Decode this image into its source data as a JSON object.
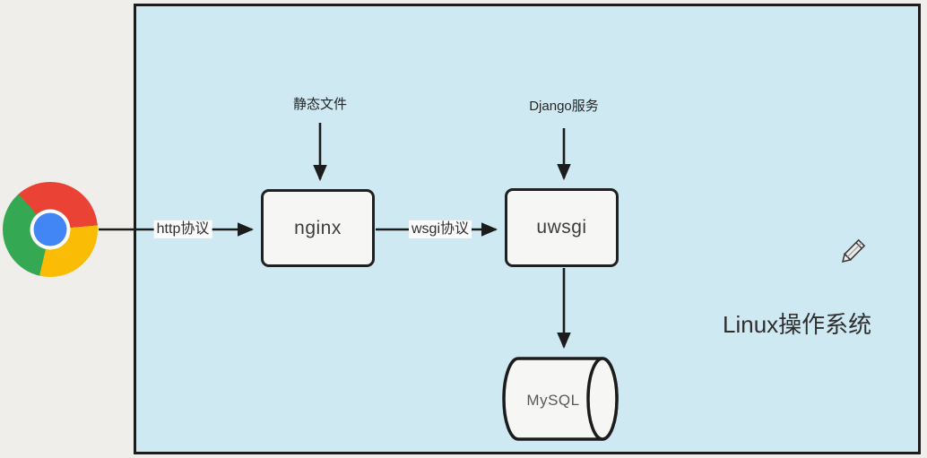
{
  "diagram": {
    "environment_label": "Linux操作系统",
    "nodes": {
      "nginx": {
        "label": "nginx"
      },
      "uwsgi": {
        "label": "uwsgi"
      },
      "mysql": {
        "label": "MySQL"
      }
    },
    "edges": {
      "http": {
        "label": "http协议"
      },
      "wsgi": {
        "label": "wsgi协议"
      },
      "static_files": {
        "label": "静态文件"
      },
      "django": {
        "label": "Django服务"
      }
    },
    "icons": {
      "browser": "chrome-logo",
      "cursor": "pencil-icon"
    },
    "colors": {
      "outer_bg": "#efeeea",
      "canvas_bg": "#cfe9f3",
      "node_fill": "#f6f6f4",
      "stroke": "#1c1c1c",
      "chrome_red": "#ea4335",
      "chrome_yellow": "#fbbc05",
      "chrome_green": "#34a853",
      "chrome_blue": "#4285f4"
    }
  }
}
